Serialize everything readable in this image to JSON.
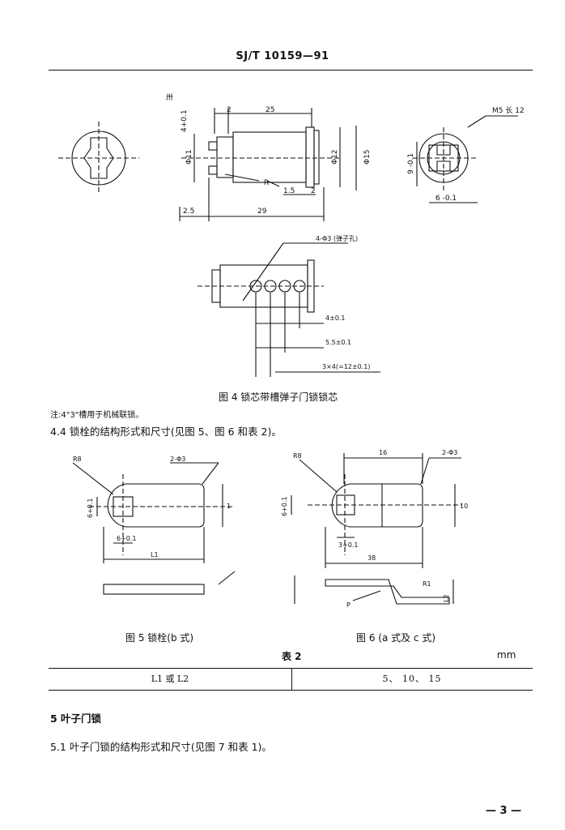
{
  "header": {
    "standard_no": "SJ/T 10159—91"
  },
  "figure4": {
    "caption": "图 4   锁芯带槽弹子门锁锁芯",
    "labels": {
      "unit": "卅",
      "tol_top": "4+0.1",
      "dim_2": "2",
      "dim_25": "25",
      "dim_phi11": "Φ11",
      "dim_phi12": "Φ12",
      "dim_phi15": "Φ15",
      "dim_r": "R",
      "dim_1_5": "1.5",
      "dim_2b": "2",
      "dim_2_5": "2.5",
      "dim_29": "29",
      "m5": "M5 长 12",
      "tol_9": "9 -0.1",
      "tol_6": "6 -0.1",
      "holes": "4-Φ3 (弹子孔)",
      "d4": "4±0.1",
      "d5_5": "5.5±0.1",
      "d3x4": "3×4(=12±0.1)"
    }
  },
  "note": "注:4\"3\"槽用于机械联锁。",
  "section_4_4": "4.4   锁栓的结构形式和尺寸(见图 5、图 6 和表 2)。",
  "figure5": {
    "caption": "图 5   锁栓(b 式)",
    "labels": {
      "r": "R8",
      "holes": "2-Φ3",
      "h": "6+0.1",
      "w": "6+0.1",
      "len": "L1",
      "side": "1"
    }
  },
  "figure6": {
    "caption": "图 6   (a 式及 c 式)",
    "labels": {
      "r": "R8",
      "holes": "2-Φ3",
      "top": "16",
      "h": "6+0.1",
      "w": "10",
      "depth": "3+0.1",
      "len": "38",
      "r1": "R1",
      "l2": "L2",
      "p": "P"
    }
  },
  "table2": {
    "title": "表 2",
    "unit": "mm",
    "col1": "L1 或 L2",
    "col2": "5、 10、 15"
  },
  "section_5": "5  叶子门锁",
  "section_5_1": "5.1   叶子门锁的结构形式和尺寸(见图 7 和表 1)。",
  "page_number": "— 3 —"
}
